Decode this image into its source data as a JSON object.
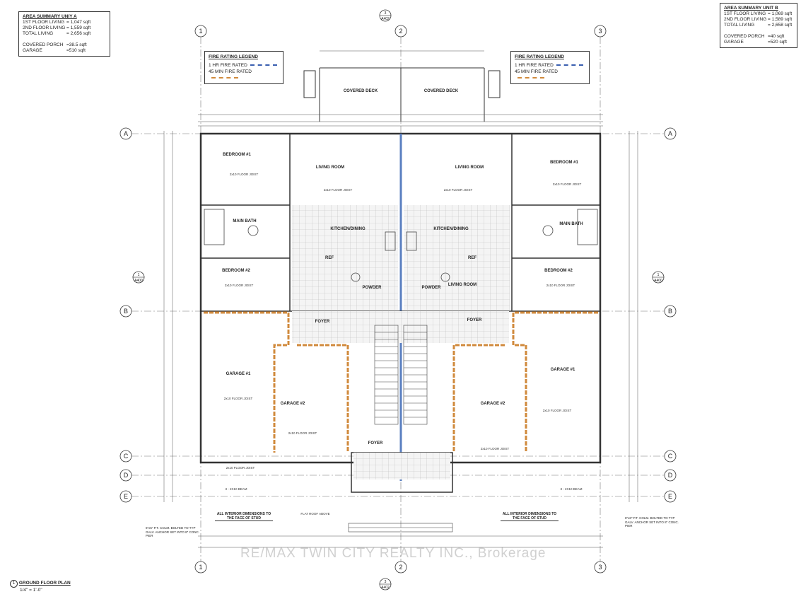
{
  "area_a": {
    "title": "AREA SUMMARY UNIY A",
    "rows": [
      {
        "label": "1ST FLOOR LIVING",
        "value": "= 1,047 sqft"
      },
      {
        "label": "2ND FLOOR LIVING",
        "value": "= 1,559 sqft"
      },
      {
        "label": "TOTAL LIVING",
        "value": "= 2,656 sqft"
      },
      {
        "label": "",
        "value": ""
      },
      {
        "label": "COVERED PORCH",
        "value": "=38.5 sqft"
      },
      {
        "label": "GARAGE",
        "value": "=510 sqft"
      }
    ]
  },
  "area_b": {
    "title": "AREA SUMMARY UNIT B",
    "rows": [
      {
        "label": "1ST FLOOR LIVING",
        "value": "= 1,069 sqft"
      },
      {
        "label": "2ND FLOOR LIVING",
        "value": "= 1,589 sqft"
      },
      {
        "label": "TOTAL LIVING",
        "value": "= 2,658 sqft"
      },
      {
        "label": "",
        "value": ""
      },
      {
        "label": "COVERED PORCH",
        "value": "=40 sqft"
      },
      {
        "label": "GARAGE",
        "value": "=520 sqft"
      }
    ]
  },
  "fire_legend": {
    "title": "FIRE RATING LEGEND",
    "one_hr": "1 HR FIRE RATED",
    "forty_five": "45 MIN FIRE RATED",
    "color_one_hr": "#3a5fb0",
    "color_forty_five": "#d08a3c"
  },
  "grid": {
    "cols": [
      "1",
      "2",
      "3"
    ],
    "rows": [
      "A",
      "B",
      "C",
      "D",
      "E"
    ]
  },
  "section": {
    "number": "3",
    "sheet": "A402"
  },
  "side_section": {
    "number": "1",
    "sheet": "A400"
  },
  "rooms": {
    "covered_deck": "COVERED DECK",
    "bedroom1": "BEDROOM #1",
    "living_room": "LIVING ROOM",
    "main_bath": "MAIN BATH",
    "kitchen_dining": "KITCHEN/DINING",
    "ref": "REF",
    "bedroom2": "BEDROOM #2",
    "powder": "POWDER",
    "foyer": "FOYER",
    "garage1": "GARAGE #1",
    "garage2": "GARAGE #2"
  },
  "notes": {
    "floor_joist": "2x10 FLOOR JOIST",
    "interior_dims": "ALL INTERIOR DIMENSIONS TO THE FACE OF STUD",
    "flat_roof": "FLAT ROOF ABOVE",
    "beam": "3 - 2X10 BEAM",
    "column_left": "6\"x6\" P.T. COLM. BOLTED TO TYP GALV. ANCHOR SET INTO 8\" CONC. PIER",
    "column_right": "6\"x6\" P.T. COLM. BOLTED TO TYP GALV. ANCHOR SET INTO 8\" CONC. PIER"
  },
  "caption": {
    "number": "1",
    "title": "GROUND FLOOR PLAN",
    "scale": "1/4\" = 1'-0\""
  },
  "watermark": "RE/MAX TWIN CITY REALTY INC., Brokerage"
}
